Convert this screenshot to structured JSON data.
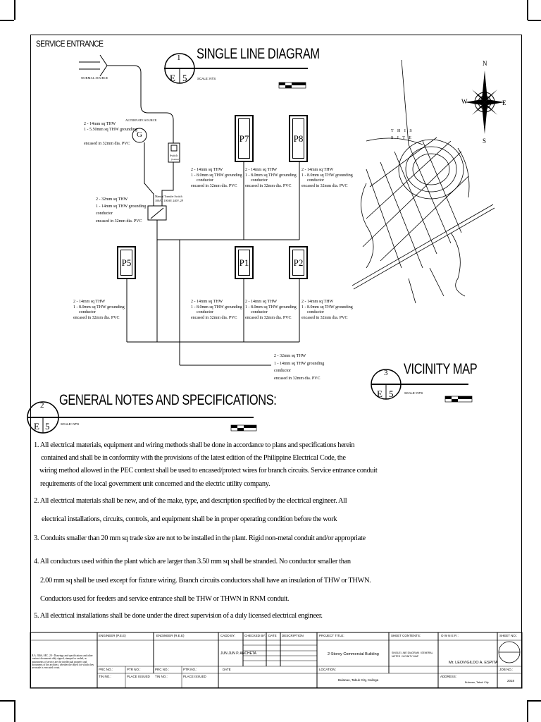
{
  "service_entrance_label": "SERVICE ENTRANCE",
  "normal_source_label": "NORMAL SOURCE",
  "alternate_source_label": "ALTERNATE SOURCE",
  "generator_symbol": "G",
  "switch_label_1": "Switch",
  "switch_label_2": "(Genset)",
  "manual_transfer_switch": "Manual Transfer Switch",
  "mts_rating": "100AT, 100AF, 240V, 2P",
  "single_line": {
    "number": "1",
    "sheet_e": "E",
    "sheet_no": "5",
    "title": "SINGLE LINE DIAGRAM",
    "scale": "SCALE: NTS"
  },
  "vicinity": {
    "number": "3",
    "sheet_e": "E",
    "sheet_no": "5",
    "title": "VICINITY MAP",
    "scale": "SCALE: NTS"
  },
  "general": {
    "number": "2",
    "sheet_e": "E",
    "sheet_no": "5",
    "title": "GENERAL NOTES AND SPECIFICATIONS:",
    "scale": "SCALE: NTS"
  },
  "gen_conductor": {
    "l1": "2 - 14mm sq THW",
    "l2": "1 - 5.50mm sq THW grounding",
    "l3": "encased in 32mm dia. PVC"
  },
  "mts_conductor": {
    "l1": "2 - 32mm sq THW",
    "l2": "1 - 14mm sq THW grounding",
    "l3": "conductor",
    "l4": "encased in 32mm dia. PVC"
  },
  "branch_conductor": {
    "l1": "2 - 14mm sq THW",
    "l2": "1 - 8.0mm sq THW grounding",
    "l3": "conductor",
    "l4": "encased in 32mm dia. PVC"
  },
  "feeder_conductor": {
    "l1": "2 - 32mm sq THW",
    "l2": "1 - 14mm sq THW grounding",
    "l3": "conductor",
    "l4": "encased in 32mm dia. PVC"
  },
  "panels": {
    "p7": "P7",
    "p8": "P8",
    "p5": "P5",
    "p1": "P1",
    "p2": "P2"
  },
  "map": {
    "this_site_1": "T H I S",
    "this_site_2": "S I T E",
    "north": "N",
    "south": "S",
    "east": "E",
    "west": "W"
  },
  "notes": {
    "n1a": "1. All electrical materials, equipment and wiring methods shall be done in accordance to plans and specifications herein",
    "n1b": "contained and shall be in conformity with the provisions of the latest edition of the Philippine Electrical Code, the",
    "n1c": "wiring method allowed in the PEC context shall be used to encased/protect wires for branch circuits. Service entrance conduit",
    "n1d": "requirements of the local government unit concerned and the electric utility company.",
    "n2a": "2. All electrical materials shall be new, and of the make, type, and description specified by the electrical engineer. All",
    "n2b": "electrical installations, circuits, controls, and equipment shall be in proper operating condition before the work",
    "n3": "3. Conduits smaller than 20 mm sq trade size are not to be installed in the plant. Rigid non-metal conduit and/or appropriate",
    "n4a": "4. All conductors used within the plant which are larger than 3.50 mm sq shall be stranded. No conductor smaller than",
    "n4b": "2.00 mm sq shall be used except for fixture wiring. Branch circuits conductors shall have an insulation of THW or THWN.",
    "n4c": "Conductors used for feeders and service entrance shall be THW or THWN in RNM conduit.",
    "n5": "5. All electrical installations shall be done under the direct supervision of a duly licensed electrical engineer."
  },
  "title_block": {
    "engineer_pee": "ENGINEER (P.E.E)",
    "engineer_ree": "ENGINEER (R.E.E)",
    "cad_by": "CADD BY:",
    "checked_by": "CHECKED BY:",
    "date": "DATE",
    "description": "DESCRIPTION",
    "project_title": "PROJECT TITLE:",
    "sheet_contents": "SHEET CONTENTS:",
    "owner": "O W N E R :",
    "sheet_no": "SHEET NO.:",
    "cad_name": "JUN JUN P. ANCHETA",
    "project_name": "2-Storey Commercial Building",
    "sheet_contents_value": "SINGLE LINE DIAGRAM / GENERAL NOTES / VICINITY MAP",
    "owner_name": "Mr. LEOVIGILDO A. ESPITA",
    "prc_no": "PRC NO.:",
    "ptr_no": "PTR NO.:",
    "tin_no": "TIN NO.:",
    "place_issued": "PLACE ISSUED",
    "location": "LOCATION:",
    "location_value": "Bulanao, Tabuk City, Kalinga",
    "address": "ADDRESS:",
    "address_value": "Bulanao, Tabuk City",
    "job_no": "JOB NO.:",
    "year": "2018",
    "ra_text": "R.A. 9266, SEC. 20 - Drawings and specifications and other contract documents duly signed, stamped or sealed, as instruments of service are the intellectual property and documents of the architect, whether the object for which they are made is executed or not."
  }
}
